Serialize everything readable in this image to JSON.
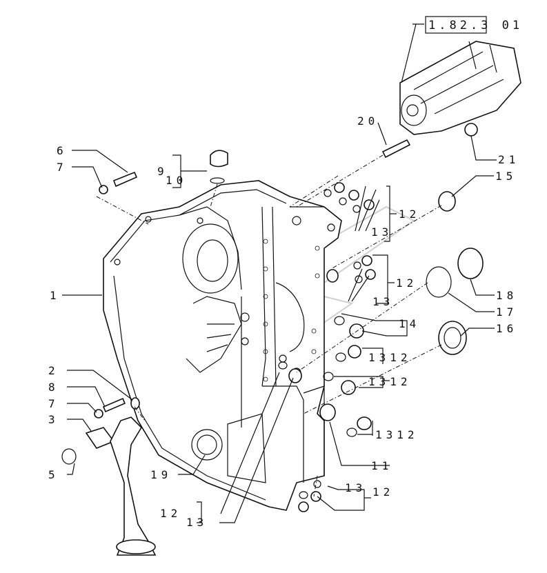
{
  "diagram": {
    "reference": "1.82.3 01",
    "callouts": [
      "20",
      "21",
      "6",
      "7",
      "9",
      "10",
      "15",
      "12",
      "13",
      "1",
      "12",
      "13",
      "18",
      "17",
      "16",
      "14",
      "1312",
      "1312",
      "2",
      "8",
      "7",
      "3",
      "1312",
      "5",
      "19",
      "11",
      "13",
      "12",
      "12",
      "13"
    ]
  }
}
